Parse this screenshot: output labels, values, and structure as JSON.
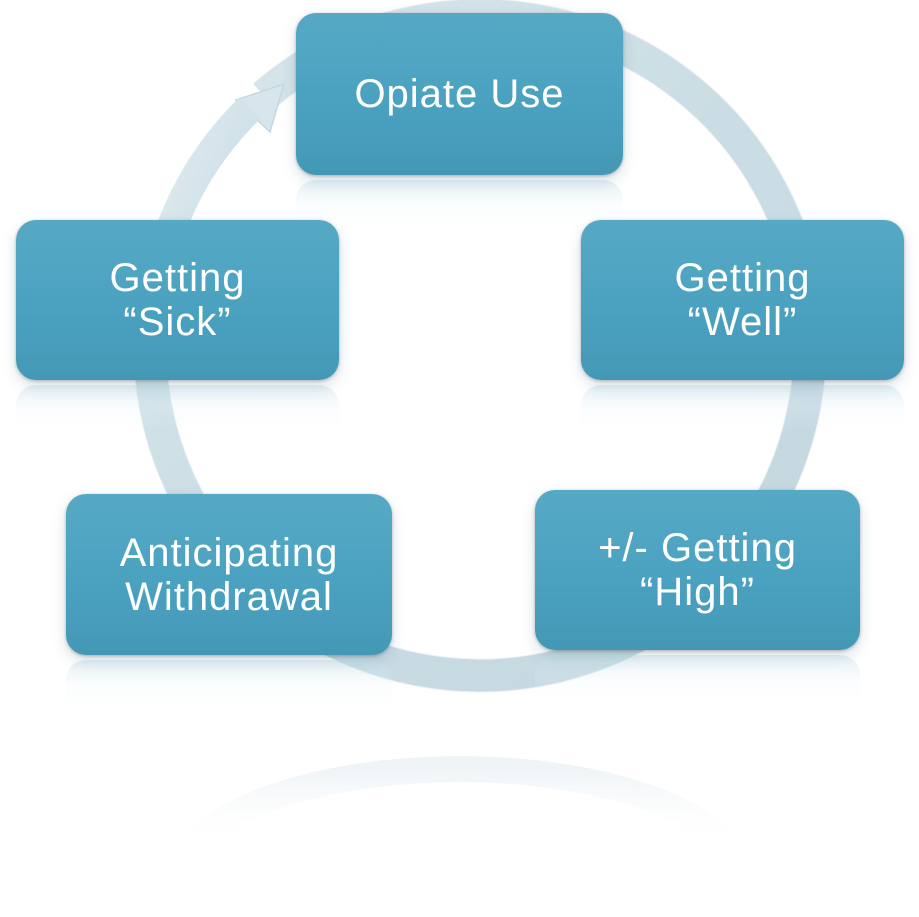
{
  "diagram": {
    "type": "cycle",
    "colors": {
      "box_fill": "#4aa2c0",
      "box_text": "#ffffff",
      "ring": "#d3e3ea",
      "background": "#ffffff"
    },
    "nodes": [
      {
        "id": "opiate",
        "label": "Opiate Use"
      },
      {
        "id": "well",
        "label": "Getting\n“Well”"
      },
      {
        "id": "high",
        "label": "+/- Getting\n“High”"
      },
      {
        "id": "withdrawal",
        "label": "Anticipating\nWithdrawal"
      },
      {
        "id": "sick",
        "label": "Getting\n“Sick”"
      }
    ],
    "edges": [
      {
        "from": "opiate",
        "to": "well"
      },
      {
        "from": "well",
        "to": "high"
      },
      {
        "from": "high",
        "to": "withdrawal"
      },
      {
        "from": "withdrawal",
        "to": "sick"
      },
      {
        "from": "sick",
        "to": "opiate",
        "arrow": "arrow-icon"
      }
    ]
  }
}
